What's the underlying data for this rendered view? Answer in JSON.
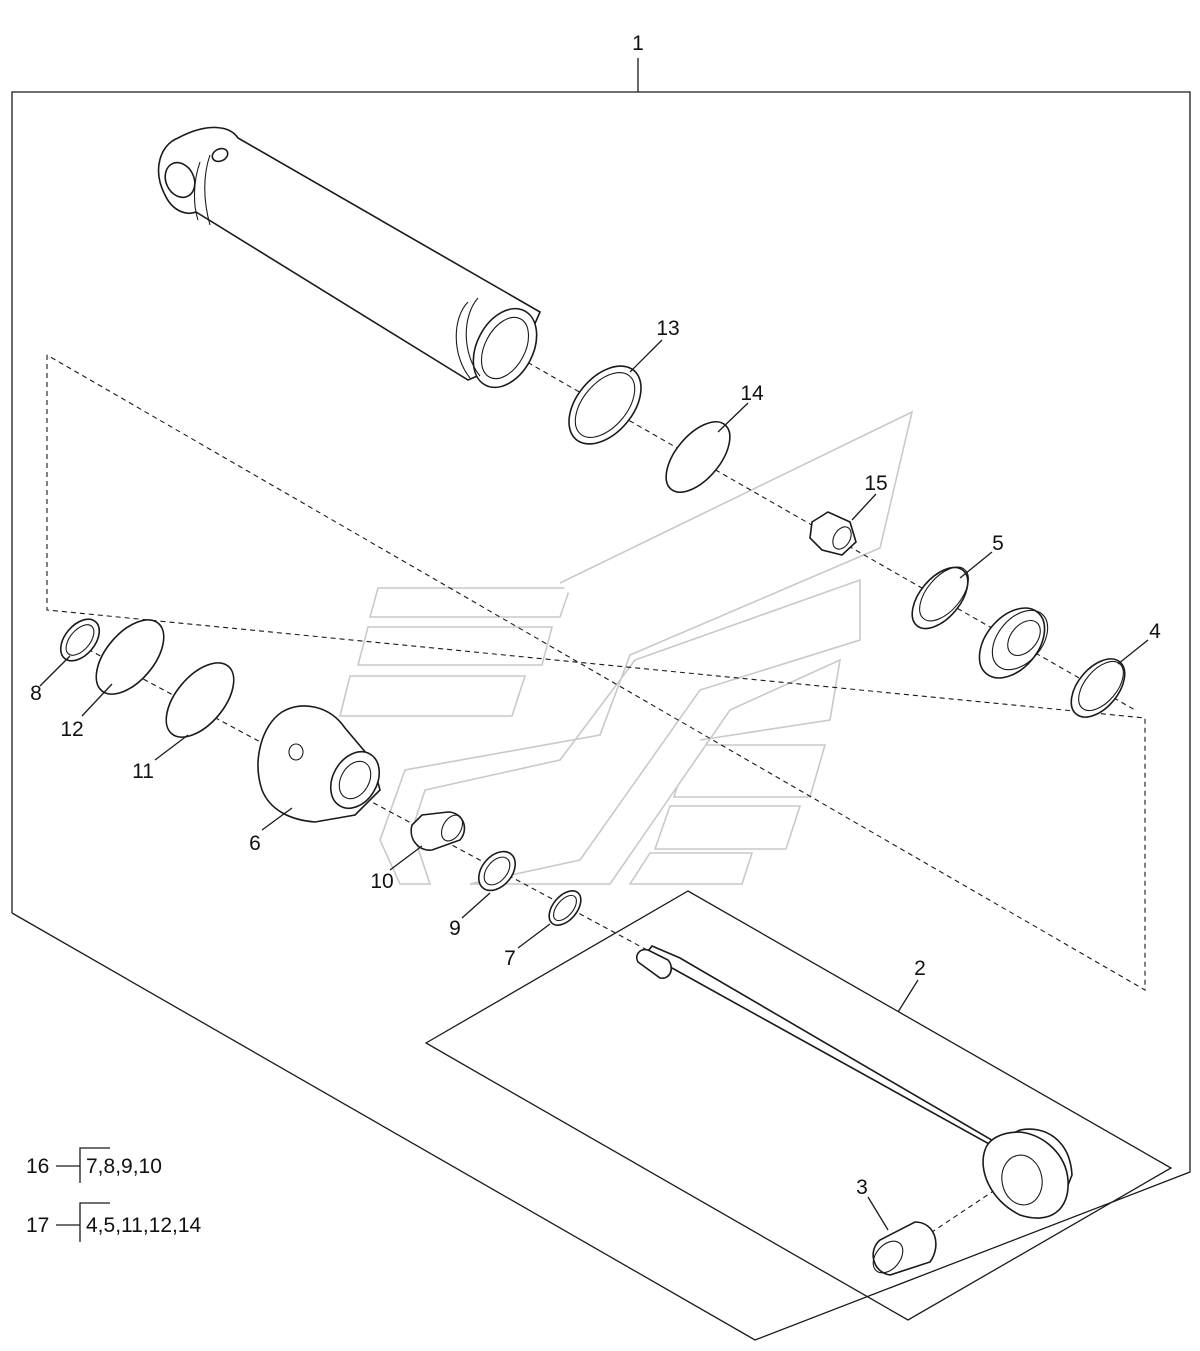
{
  "callouts": [
    {
      "id": "1",
      "label": "1"
    },
    {
      "id": "2",
      "label": "2"
    },
    {
      "id": "3",
      "label": "3"
    },
    {
      "id": "4",
      "label": "4"
    },
    {
      "id": "5",
      "label": "5"
    },
    {
      "id": "6",
      "label": "6"
    },
    {
      "id": "7",
      "label": "7"
    },
    {
      "id": "8",
      "label": "8"
    },
    {
      "id": "9",
      "label": "9"
    },
    {
      "id": "10",
      "label": "10"
    },
    {
      "id": "11",
      "label": "11"
    },
    {
      "id": "12",
      "label": "12"
    },
    {
      "id": "13",
      "label": "13"
    },
    {
      "id": "14",
      "label": "14"
    },
    {
      "id": "15",
      "label": "15"
    }
  ],
  "kits": [
    {
      "number": "16",
      "contents": "7,8,9,10"
    },
    {
      "number": "17",
      "contents": "4,5,11,12,14"
    }
  ],
  "colors": {
    "line": "#1a1a1a",
    "watermark": "#c9c9c9",
    "background": "#ffffff"
  }
}
